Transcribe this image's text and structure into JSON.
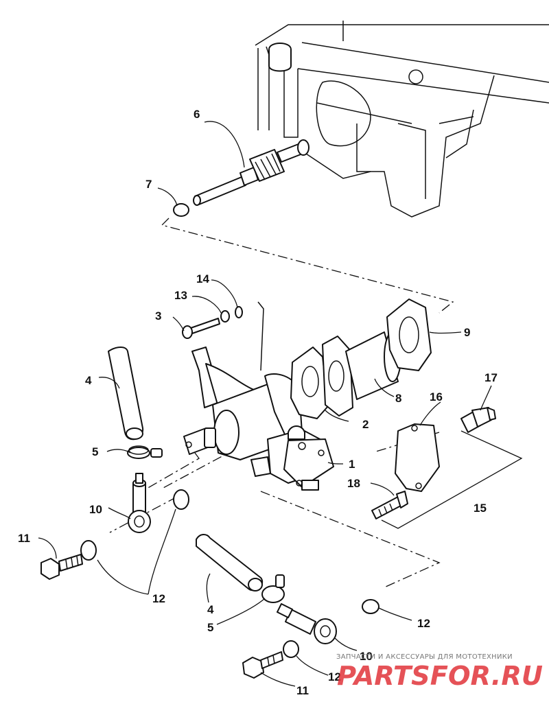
{
  "labels": {
    "l1": "1",
    "l2": "2",
    "l3": "3",
    "l4a": "4",
    "l4b": "4",
    "l5a": "5",
    "l5b": "5",
    "l6": "6",
    "l7": "7",
    "l8": "8",
    "l9": "9",
    "l10a": "10",
    "l10b": "10",
    "l11a": "11",
    "l11b": "11",
    "l12a": "12",
    "l12b": "12",
    "l12c": "12",
    "l13": "13",
    "l14": "14",
    "l15": "15",
    "l16": "16",
    "l17": "17",
    "l18": "18"
  },
  "watermark": {
    "text": "ЗАПЧАСТИ И АКСЕССУАРЫ ДЛЯ МОТОТЕХНИКИ",
    "logo": "PARTSFOR.RU",
    "color": "#e0343a"
  }
}
